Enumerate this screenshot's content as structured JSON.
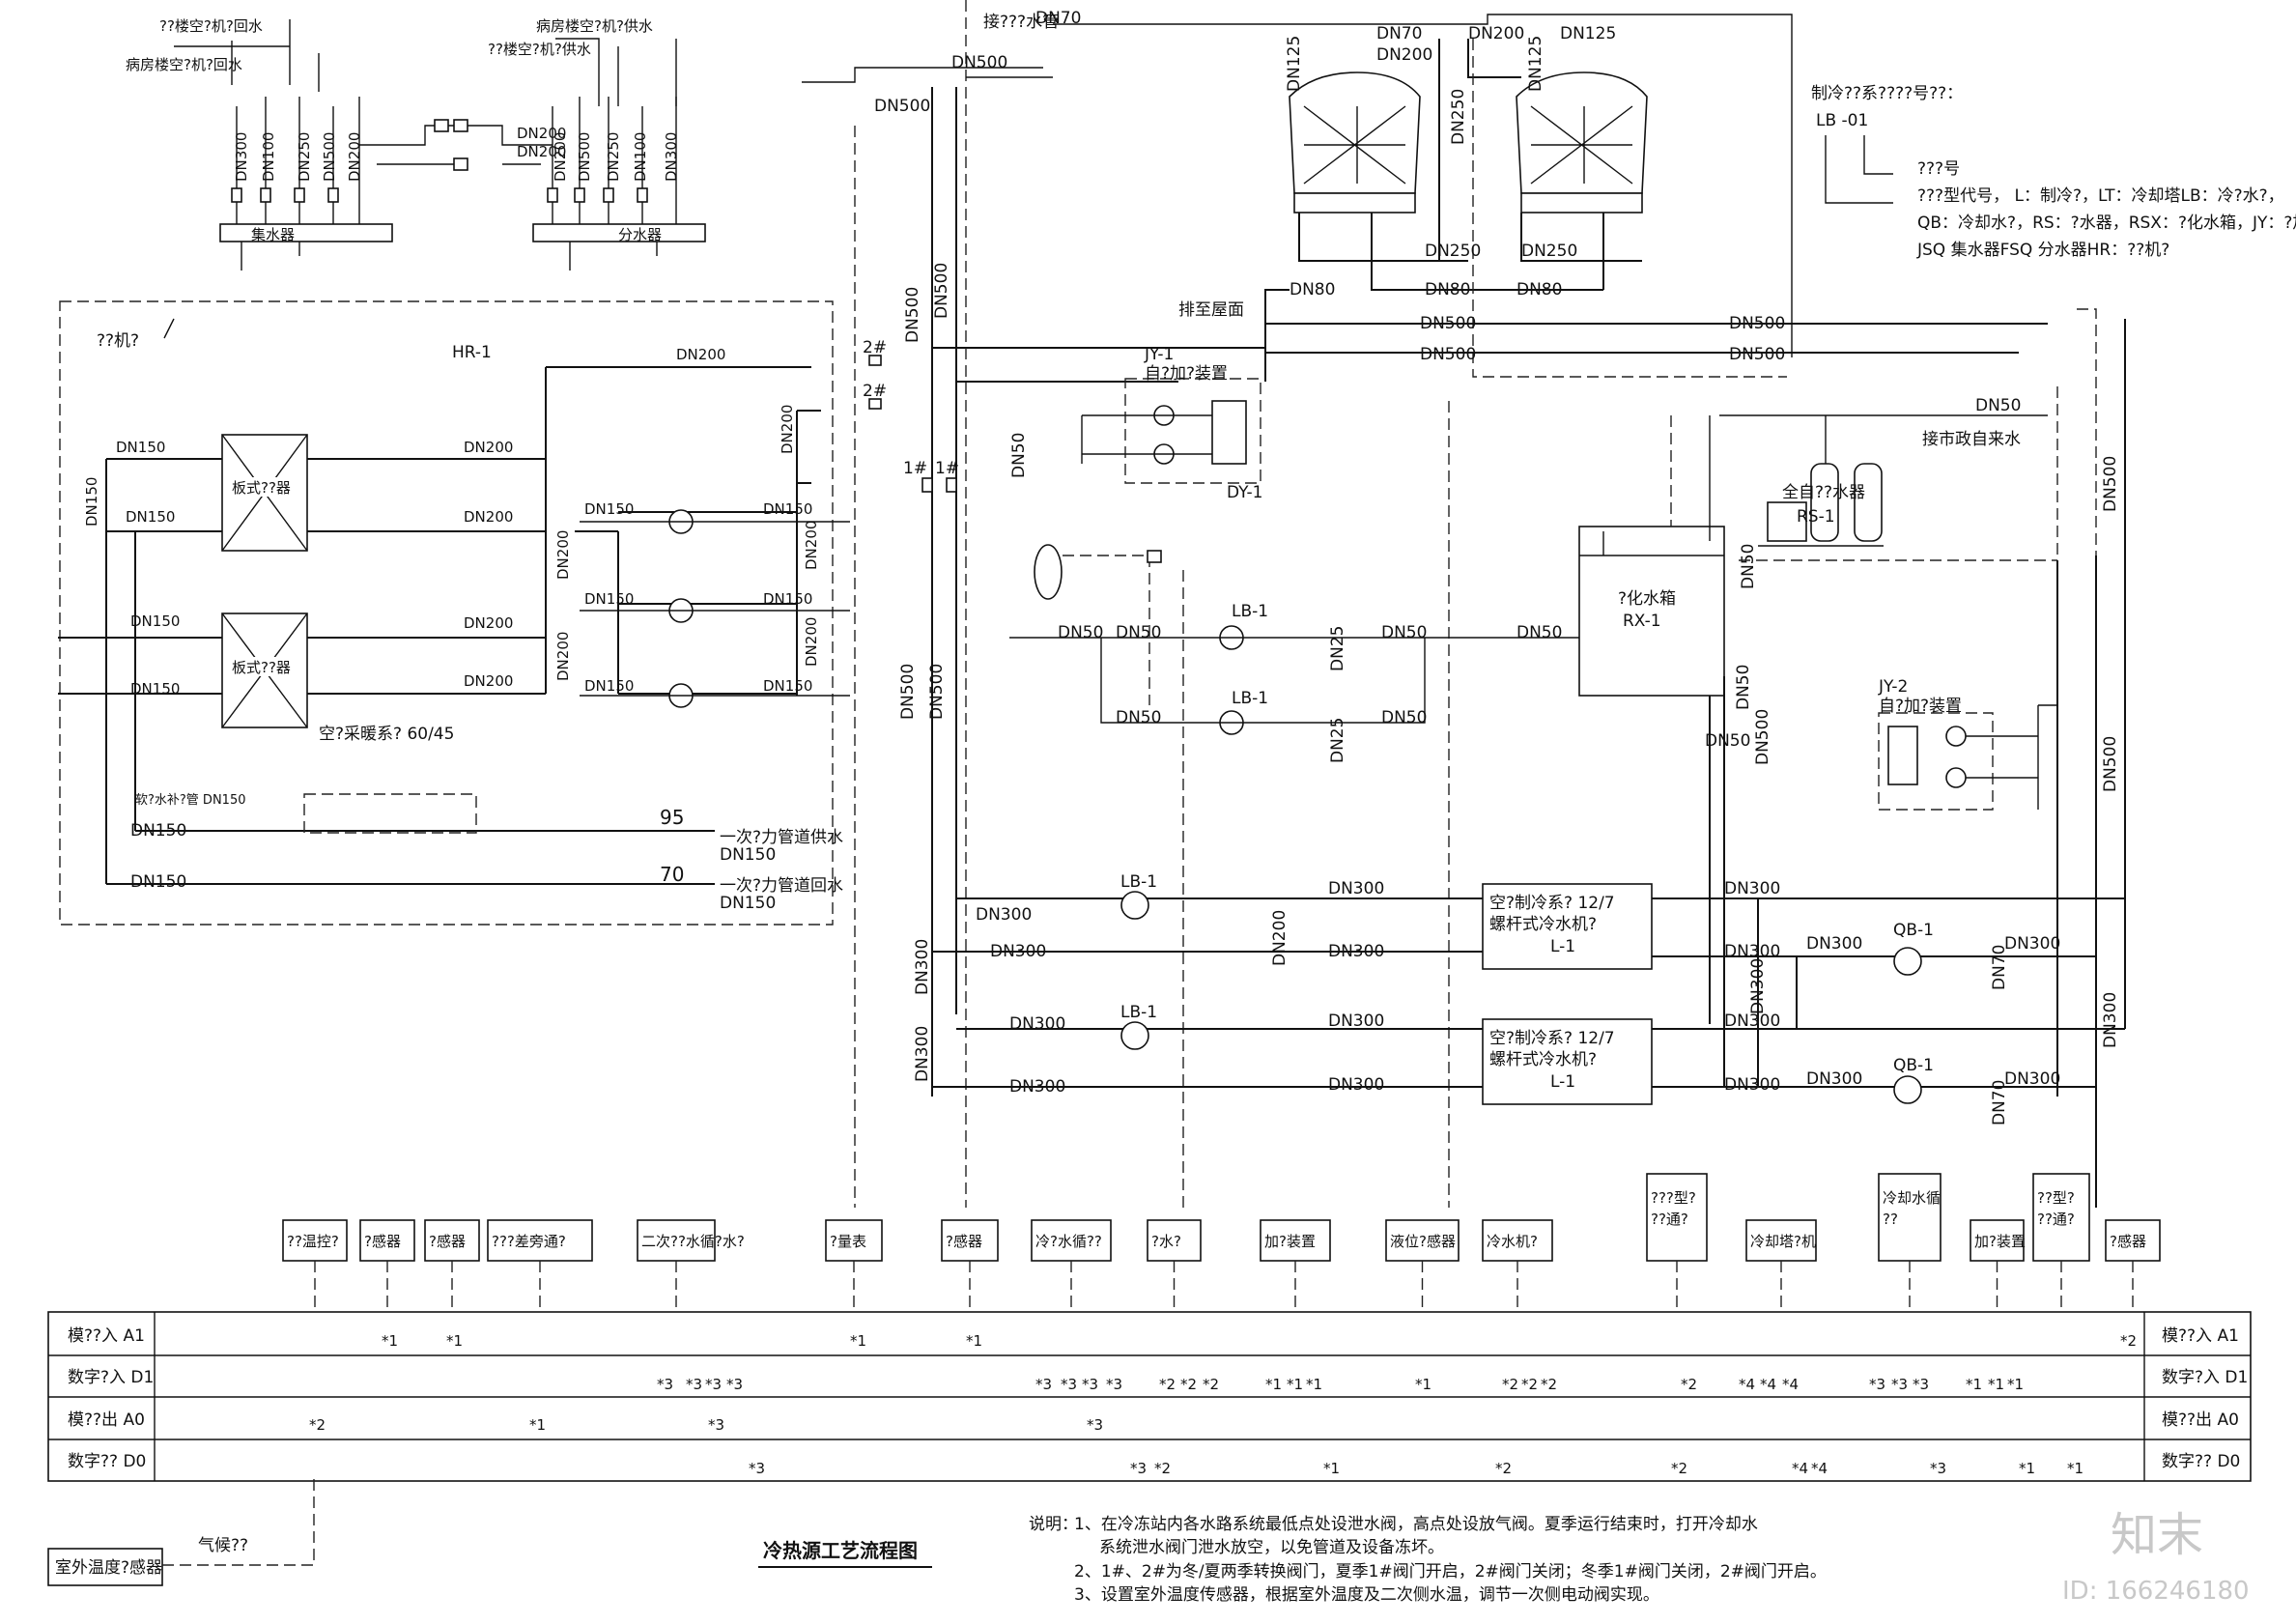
{
  "title": "冷热源工艺流程图",
  "watermark": {
    "brand": "知末",
    "id": "ID: 166246180"
  },
  "legend": {
    "heading": "制冷??系????号??：",
    "code": "LB -01",
    "line1": "???号",
    "line2": "???型代号，  L：制冷?，LT：冷却塔LB：冷?水?，",
    "line3": "QB：冷却水?，RS：?水器，RSX：?化水箱，JY：?加?装置，",
    "line4": "JSQ 集水器FSQ 分水器HR：??机?"
  },
  "top_left": {
    "l1": "??楼空?机?回水",
    "l2": "病房楼空?机?回水",
    "l3": "病房楼空?机?供水",
    "l4": "??楼空?机?供水",
    "collector": "集水器",
    "distributor": "分水器",
    "dn300": "DN300",
    "dn100": "DN100",
    "dn250": "DN250",
    "dn500": "DN500",
    "dn200": "DN200"
  },
  "hx": {
    "room": "??机?",
    "code": "HR-1",
    "plate": "板式??器",
    "heating": "空?采暖系?  60/45",
    "softener": "软?水补?管   DN150",
    "primary_supply": "一次?力管道供水",
    "primary_return": "一次?力管道回水",
    "t95": "95",
    "t70": "70",
    "dn150": "DN150",
    "dn200": "DN200",
    "dn150l": "DN150",
    "dn150b": "DN150"
  },
  "cooling": {
    "dn70": "DN70",
    "to_tank": "接???水管",
    "dn125": "DN125",
    "dn200": "DN200",
    "dn250": "DN250",
    "dn80": "DN80",
    "roof": "排至屋面",
    "dn500": "DN500",
    "dn500t": "DN500",
    "v2": "2#",
    "v1": "1#"
  },
  "dosing1": {
    "code": "JY-1",
    "name": "自?加?装置",
    "dy": "DY-1"
  },
  "dosing2": {
    "code": "JY-2",
    "name": "自?加?装置"
  },
  "tank": {
    "name": "?化水箱",
    "code": "RX-1"
  },
  "softener_unit": {
    "name": "全自??水器",
    "code": "RS-1",
    "city": "接市政自来水",
    "dn50": "DN50"
  },
  "pumps": {
    "lb1": "LB-1",
    "qb1": "QB-1",
    "dn50": "DN50",
    "dn25": "DN25",
    "dn300": "DN300",
    "dn200": "DN200"
  },
  "chiller": {
    "line1": "空?制冷系?  12/7",
    "line2": "螺杆式冷水机?",
    "code": "L-1"
  },
  "control_boxes": [
    "??温控?",
    "?感器",
    "?感器",
    "???差旁通?",
    "二次??水循?水?",
    "?量表",
    "?感器",
    "冷?水循??",
    "?水?",
    "加?装置",
    "液位?感器",
    "冷水机?",
    "???型?\n??通?",
    "冷却塔?机",
    "冷却水循\n??",
    "加?装置",
    "??型?\n??通?",
    "?感器"
  ],
  "io": {
    "ai": "模??入 A1",
    "di": "数字?入 D1",
    "ao": "模??出 A0",
    "do": "数字?? D0",
    "ai_r": "模??入 A1",
    "di_r": "数字?入 D1",
    "ao_r": "模??出 A0",
    "do_r": "数字?? D0"
  },
  "io_marks": {
    "m1": "*1",
    "m2": "*2",
    "m3": "*3",
    "m4": "*4"
  },
  "outdoor": {
    "sensor": "室外温度?感器",
    "signal": "气候??"
  },
  "notes": {
    "head": "说明：",
    "n1": "1、在冷冻站内各水路系统最低点处设泄水阀，高点处设放气阀。夏季运行结束时，打开冷却水",
    "n1b": "系统泄水阀门泄水放空，以免管道及设备冻坏。",
    "n2": "2、1#、2#为冬/夏两季转换阀门，夏季1#阀门开启，2#阀门关闭；冬季1#阀门关闭，2#阀门开启。",
    "n3": "3、设置室外温度传感器，根据室外温度及二次侧水温，调节一次侧电动阀实现。"
  }
}
